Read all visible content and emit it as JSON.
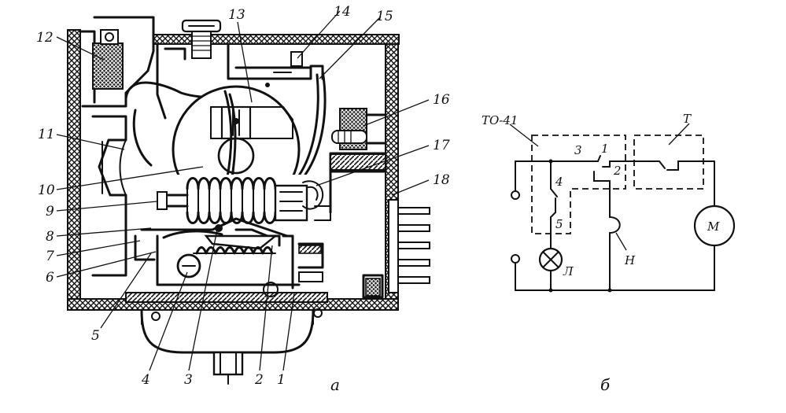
{
  "figure": {
    "callouts": [
      "1",
      "2",
      "3",
      "4",
      "5",
      "6",
      "7",
      "8",
      "9",
      "10",
      "11",
      "12",
      "13",
      "14",
      "15",
      "16",
      "17",
      "18"
    ],
    "caption_a": "а",
    "caption_b": "б"
  },
  "schematic": {
    "relay_label": "ТО-41",
    "thermostat_label": "Т",
    "contact_3": "3",
    "contact_1": "1",
    "contact_2": "2",
    "contact_4": "4",
    "contact_5": "5",
    "lamp_label": "Л",
    "heater_label": "Н",
    "motor_label": "М"
  },
  "colors": {
    "ink": "#111111",
    "background": "#ffffff"
  }
}
